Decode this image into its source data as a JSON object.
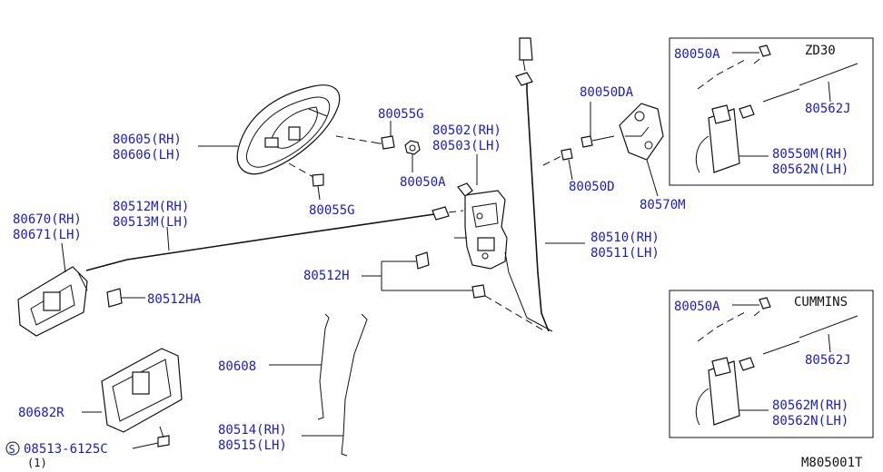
{
  "parts": {
    "p80605": "80605(RH)",
    "p80606": "80606(LH)",
    "p80055g_top": "80055G",
    "p80055g_bot": "80055G",
    "p80502": "80502(RH)",
    "p80503": "80503(LH)",
    "p80050a_mid": "80050A",
    "p80050da": "80050DA",
    "p80050d": "80050D",
    "p80570m": "80570M",
    "p80512m": "80512M(RH)",
    "p80513m": "80513M(LH)",
    "p80670": "80670(RH)",
    "p80671": "80671(LH)",
    "p80510": "80510(RH)",
    "p80511": "80511(LH)",
    "p80512h": "80512H",
    "p80512ha": "80512HA",
    "p80608": "80608",
    "p80682r": "80682R",
    "p80514": "80514(RH)",
    "p80515": "80515(LH)",
    "p08513": "08513-6125C",
    "p08513_qty": "(1)",
    "screw_symbol": "S"
  },
  "inset_zd30": {
    "engine": "ZD30",
    "p80050a": "80050A",
    "p80562j": "80562J",
    "p80550m": "80550M(RH)",
    "p80562n": "80562N(LH)"
  },
  "inset_cummins": {
    "engine": "CUMMINS",
    "p80050a": "80050A",
    "p80562j": "80562J",
    "p80562m": "80562M(RH)",
    "p80562n": "80562N(LH)"
  },
  "diagram_code": "M805001T"
}
